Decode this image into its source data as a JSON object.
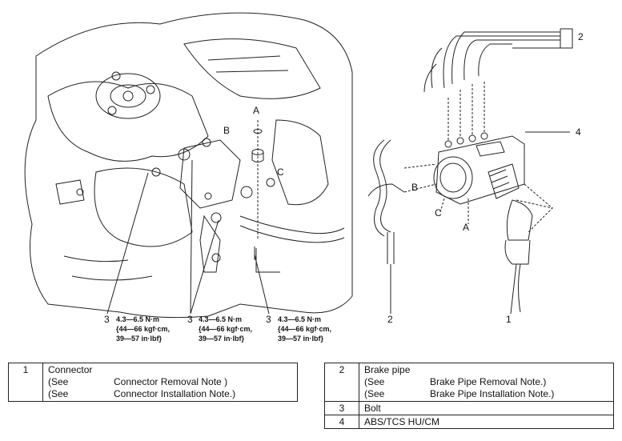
{
  "callouts": {
    "c1": "1",
    "c2_top": "2",
    "c2_bottom": "2",
    "c3a": "3",
    "c3b": "3",
    "c3c": "3",
    "c4": "4",
    "A_left": "A",
    "B_left": "B",
    "C_left": "C",
    "A_right": "A",
    "B_right": "B",
    "C_right": "C"
  },
  "torque": {
    "line1": "4.3—6.5 N·m",
    "line2": "{44—66 kgf·cm,",
    "line3": "39—57 in·lbf}"
  },
  "table_left": {
    "rows": [
      {
        "num": "1",
        "name": "Connector",
        "notes": [
          {
            "see": "(See",
            "text": "Connector Removal Note )"
          },
          {
            "see": "(See",
            "text": "Connector Installation Note.)"
          }
        ]
      }
    ]
  },
  "table_right": {
    "rows": [
      {
        "num": "2",
        "name": "Brake pipe",
        "notes": [
          {
            "see": "(See",
            "text": "Brake Pipe Removal Note.)"
          },
          {
            "see": "(See",
            "text": "Brake Pipe Installation Note.)"
          }
        ]
      },
      {
        "num": "3",
        "name": "Bolt"
      },
      {
        "num": "4",
        "name": "ABS/TCS HU/CM"
      }
    ]
  }
}
